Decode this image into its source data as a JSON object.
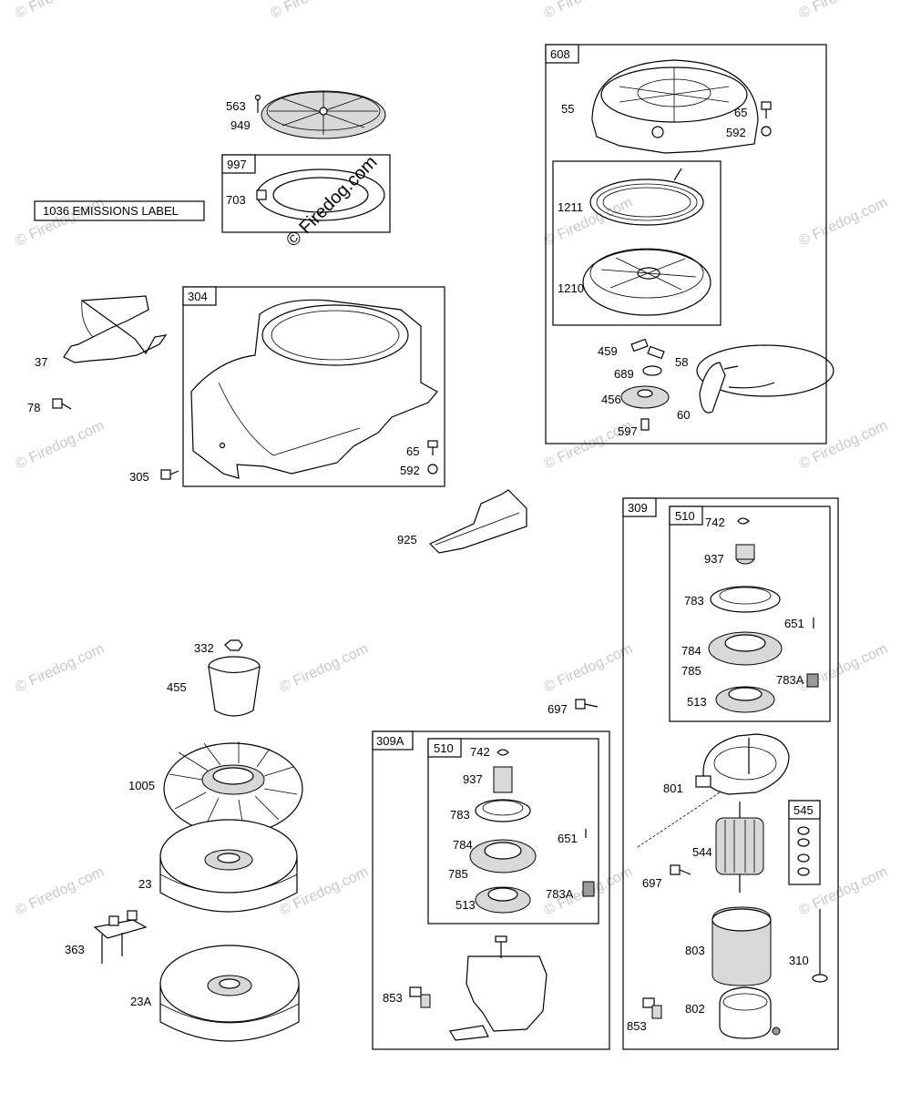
{
  "watermark": {
    "main_text": "© Firedog.com",
    "faint_text": "© Firedog.com"
  },
  "emissions_label": {
    "text": "1036 EMISSIONS LABEL"
  },
  "boxes": {
    "b608": "608",
    "b997": "997",
    "b304": "304",
    "b309": "309",
    "b510a": "510",
    "b309A": "309A",
    "b510b": "510",
    "b545": "545"
  },
  "labels": {
    "l563": "563",
    "l949": "949",
    "l703": "703",
    "l37": "37",
    "l78": "78",
    "l305": "305",
    "l65a": "65",
    "l592a": "592",
    "l925": "925",
    "l55": "55",
    "l65b": "65",
    "l592b": "592",
    "l1211": "1211",
    "l1210": "1210",
    "l459": "459",
    "l58": "58",
    "l689": "689",
    "l456": "456",
    "l597": "597",
    "l60": "60",
    "l742a": "742",
    "l937a": "937",
    "l783a": "783",
    "l651a": "651",
    "l784a": "784",
    "l785a": "785",
    "l783Aa": "783A",
    "l513a": "513",
    "l697a": "697",
    "l801": "801",
    "l544": "544",
    "l697b": "697",
    "l803": "803",
    "l310": "310",
    "l802": "802",
    "l853b": "853",
    "l332": "332",
    "l455": "455",
    "l1005": "1005",
    "l23": "23",
    "l363": "363",
    "l23A": "23A",
    "l742b": "742",
    "l937b": "937",
    "l783b": "783",
    "l651b": "651",
    "l784b": "784",
    "l785b": "785",
    "l783Ab": "783A",
    "l513b": "513",
    "l853a": "853"
  }
}
